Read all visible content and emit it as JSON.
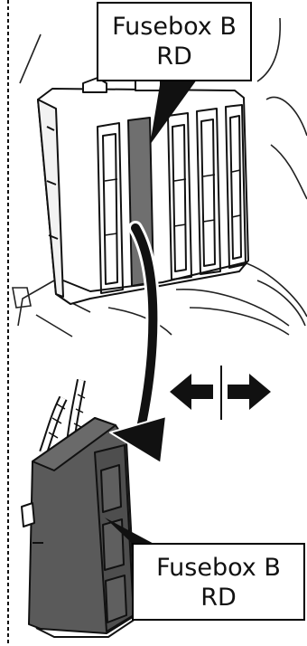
{
  "callouts": {
    "top": {
      "line1": "Fusebox B",
      "line2": "RD"
    },
    "bottom": {
      "line1": "Fusebox B",
      "line2": "RD"
    }
  },
  "icons": {
    "direction": "left-right-arrows-icon",
    "relocation": "curved-arrow-icon"
  },
  "colors": {
    "line": "#111111",
    "highlight_fuse": "#6f6f6f",
    "relocated_box": "#5a5a5a",
    "background": "#ffffff"
  }
}
